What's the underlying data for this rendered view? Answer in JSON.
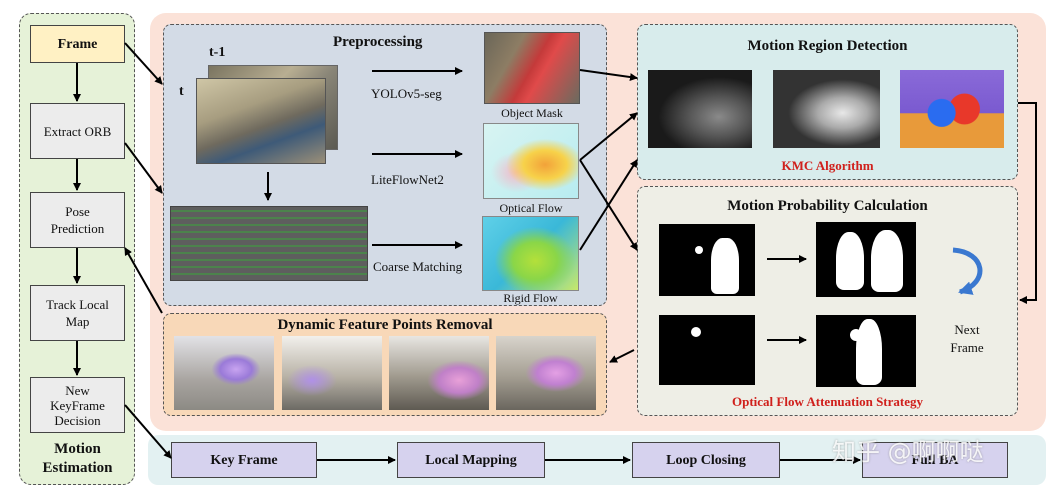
{
  "left_column": {
    "frame": "Frame",
    "extract_orb": "Extract ORB",
    "pose_prediction_1": "Pose",
    "pose_prediction_2": "Prediction",
    "track_local_map_1": "Track Local",
    "track_local_map_2": "Map",
    "new_keyframe_1": "New",
    "new_keyframe_2": "KeyFrame",
    "new_keyframe_3": "Decision",
    "title_1": "Motion",
    "title_2": "Estimation"
  },
  "preprocessing": {
    "title": "Preprocessing",
    "label_t1": "t-1",
    "label_t": "t",
    "yolo": "YOLOv5-seg",
    "liteflownet": "LiteFlowNet2",
    "coarse_matching": "Coarse Matching",
    "object_mask": "Object Mask",
    "optical_flow": "Optical Flow",
    "rigid_flow": "Rigid Flow"
  },
  "motion_region": {
    "title": "Motion Region Detection",
    "algorithm": "KMC Algorithm"
  },
  "motion_probability": {
    "title": "Motion Probability Calculation",
    "next_frame_1": "Next",
    "next_frame_2": "Frame",
    "strategy": "Optical Flow Attenuation Strategy"
  },
  "dynamic_removal": {
    "title": "Dynamic Feature Points Removal"
  },
  "bottom_row": {
    "key_frame": "Key Frame",
    "local_mapping": "Local Mapping",
    "loop_closing": "Loop Closing",
    "full_ba": "Full BA"
  },
  "watermark": "知乎 @啊啊哒",
  "colors": {
    "accent_red": "#d0201c",
    "frame_fill": "#fff1c4",
    "left_panel": "#e6f2d8",
    "big_panel": "#fbe2d8",
    "preproc_panel": "#d3dbe6",
    "region_panel": "#d8ecec",
    "prob_panel": "#eeeee6",
    "removal_panel": "#f8d8b8",
    "bottom_band": "#e3f1f2",
    "bottom_box": "#d6d2ee"
  }
}
